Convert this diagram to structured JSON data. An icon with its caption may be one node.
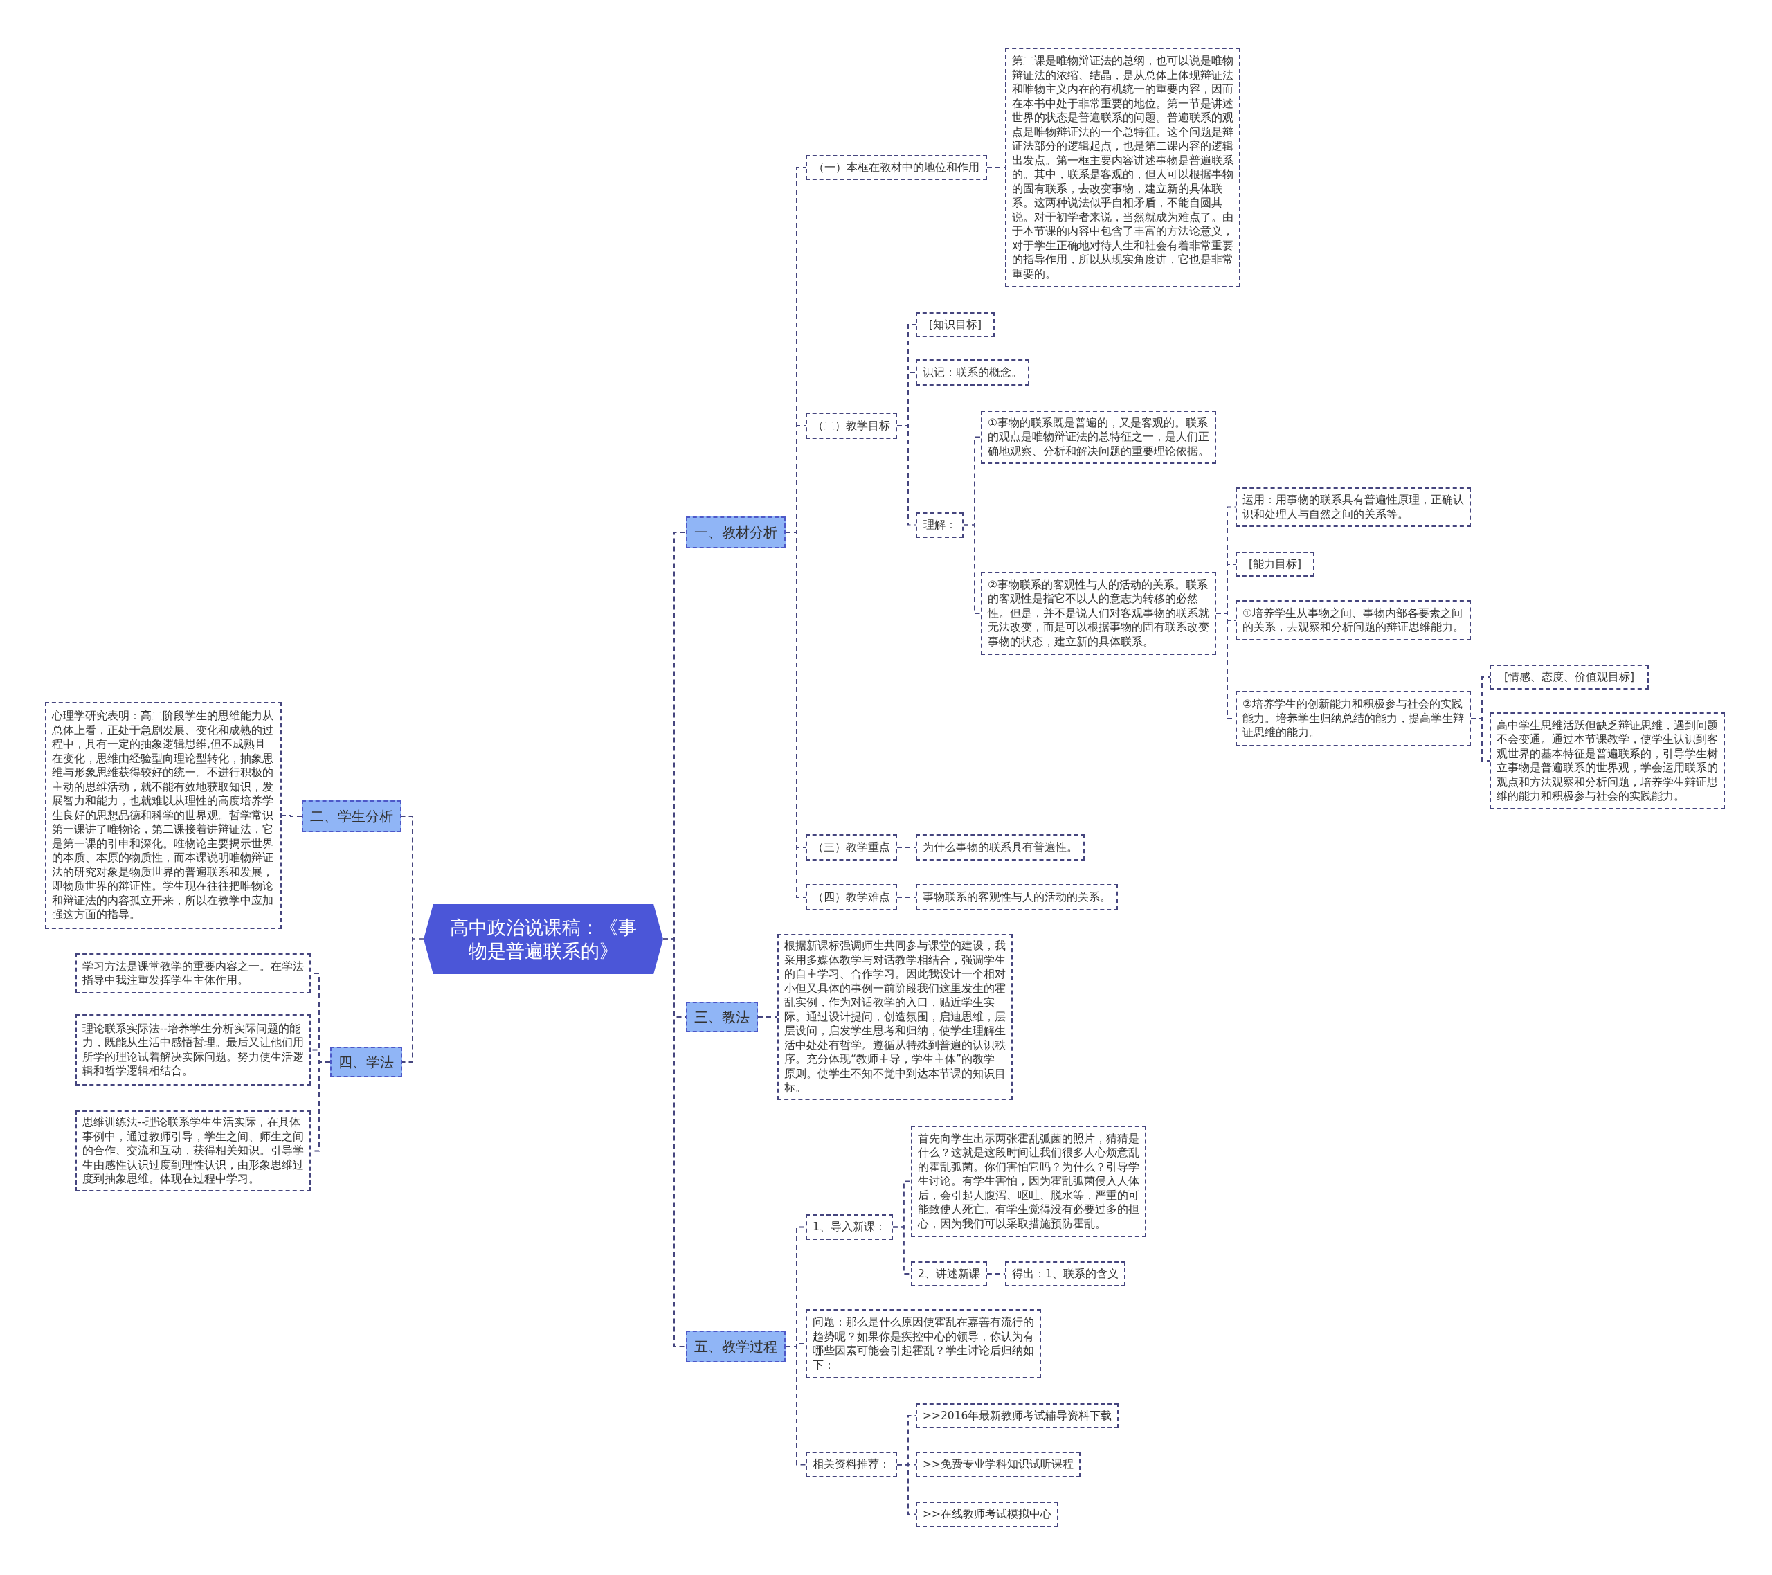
{
  "diagram": {
    "nodes": [
      {
        "text": [
          "高中政治说课稿：《事物是普遍联系的》"
        ]
      },
      {
        "text": [
          "一、教材分析"
        ]
      },
      {
        "text": [
          "（一）本框在教材中的地位和作用"
        ]
      },
      {
        "text": [
          "第二课是唯物辩证法的总纲，也可以说是唯物辩证法的浓缩、结晶，是从总体上体现辩证法和唯物主义内在的有机统一的重要内容，因而在本书中处于非常重要的地位。第一节是讲述世界的状态是普遍联系的问题。普遍联系的观点是唯物辩证法的一个总特征。这个问题是辩证法部分的逻辑起点，也是第二课内容的逻辑出发点。第一框主要内容讲述事物是普遍联系的。其中，联系是客观的，但人可以根据事物的固有联系，去改变事物，建立新的具体联系。这两种说法似乎自相矛盾，不能自圆其说。对于初学者来说，当然就成为难点了。由于本节课的内容中包含了丰富的方法论意义，对于学生正确地对待人生和社会有着非常重要的指导作用，所以从现实角度讲，它也是非常重要的。"
        ]
      },
      {
        "text": [
          "（二）教学目标"
        ]
      },
      {
        "text": [
          "[知识目标]"
        ]
      },
      {
        "text": [
          "识记：联系的概念。"
        ]
      },
      {
        "text": [
          "理解："
        ]
      },
      {
        "text": [
          "①事物的联系既是普遍的，又是客观的。联系的观点是唯物辩证法的总特征之一，是人们正确地观察、分析和解决问题的重要理论依据。"
        ]
      },
      {
        "text": [
          "②事物联系的客观性与人的活动的关系。联系的客观性是指它不以人的意志为转移的必然性。但是，并不是说人们对客观事物的联系就无法改变，而是可以根据事物的固有联系改变事物的状态，建立新的具体联系。"
        ]
      },
      {
        "text": [
          "运用：用事物的联系具有普遍性原理，正确认识和处理人与自然之间的关系等。"
        ]
      },
      {
        "text": [
          "[能力目标]"
        ]
      },
      {
        "text": [
          "①培养学生从事物之间、事物内部各要素之间的关系，去观察和分析问题的辩证思维能力。"
        ]
      },
      {
        "text": [
          "②培养学生的创新能力和积极参与社会的实践能力。培养学生归纳总结的能力，提高学生辩证思维的能力。"
        ]
      },
      {
        "text": [
          "[情感、态度、价值观目标]"
        ]
      },
      {
        "text": [
          "高中学生思维活跃但缺乏辩证思维，遇到问题不会变通。通过本节课教学，使学生认识到客观世界的基本特征是普遍联系的，引导学生树立事物是普遍联系的世界观，学会运用联系的观点和方法观察和分析问题，培养学生辩证思维的能力和积极参与社会的实践能力。"
        ]
      },
      {
        "text": [
          "（三）教学重点"
        ]
      },
      {
        "text": [
          "为什么事物的联系具有普遍性。"
        ]
      },
      {
        "text": [
          "（四）教学难点"
        ]
      },
      {
        "text": [
          "事物联系的客观性与人的活动的关系。"
        ]
      },
      {
        "text": [
          "二、学生分析"
        ]
      },
      {
        "text": [
          "心理学研究表明：高二阶段学生的思维能力从总体上看，正处于急剧发展、变化和成熟的过程中，具有一定的抽象逻辑思维,但不成熟且在变化，思维由经验型向理论型转化，抽象思维与形象思维获得较好的统一。不进行积极的主动的思维活动，就不能有效地获取知识，发展智力和能力，也就难以从理性的高度培养学生良好的思想品德和科学的世界观。哲学常识第一课讲了唯物论，第二课接着讲辩证法，它是第一课的引申和深化。唯物论主要揭示世界的本质、本原的物质性，而本课说明唯物辩证法的研究对象是物质世界的普遍联系和发展，即物质世界的辩证性。学生现在往往把唯物论和辩证法的内容孤立开来，所以在教学中应加强这方面的指导。"
        ]
      },
      {
        "text": [
          "三、教法"
        ]
      },
      {
        "text": [
          "根据新课标强调师生共同参与课堂的建设，我采用多媒体教学与对话教学相结合，强调学生的自主学习、合作学习。因此我设计一个相对小但又具体的事例一前阶段我们这里发生的霍乱实例，作为对话教学的入口，贴近学生实际。通过设计提问，创造氛围，启迪思维，层层设问，启发学生思考和归纳，使学生理解生活中处处有哲学。遵循从特殊到普遍的认识秩序。充分体现“教师主导，学生主体”的教学原则。使学生不知不觉中到达本节课的知识目标。"
        ]
      },
      {
        "text": [
          "四、学法"
        ]
      },
      {
        "text": [
          "学习方法是课堂教学的重要内容之一。在学法指导中我注重发挥学生主体作用。"
        ]
      },
      {
        "text": [
          "理论联系实际法--培养学生分析实际问题的能力，既能从生活中感悟哲理。最后又让他们用所学的理论试着解决实际问题。努力使生活逻辑和哲学逻辑相结合。"
        ]
      },
      {
        "text": [
          "思维训练法--理论联系学生生活实际，在具体事例中，通过教师引导，学生之间、师生之间的合作、交流和互动，获得相关知识。引导学生由感性认识过度到理性认识，由形象思维过度到抽象思维。体现在过程中学习。"
        ]
      },
      {
        "text": [
          "五、教学过程"
        ]
      },
      {
        "text": [
          "1、导入新课："
        ]
      },
      {
        "text": [
          "首先向学生出示两张霍乱弧菌的照片，猜猜是什么？这就是这段时间让我们很多人心烦意乱的霍乱弧菌。你们害怕它吗？为什么？引导学生讨论。有学生害怕，因为霍乱弧菌侵入人体后，会引起人腹泻、呕吐、脱水等，严重的可能致使人死亡。有学生觉得没有必要过多的担心，因为我们可以采取措施预防霍乱。"
        ]
      },
      {
        "text": [
          "2、讲述新课"
        ]
      },
      {
        "text": [
          "得出：1、联系的含义"
        ]
      },
      {
        "text": [
          "问题：那么是什么原因使霍乱在嘉善有流行的趋势呢？如果你是疾控中心的领导，你认为有哪些因素可能会引起霍乱？学生讨论后归纳如下："
        ]
      },
      {
        "text": [
          "相关资料推荐："
        ]
      },
      {
        "text": [
          ">>2016年最新教师考试辅导资料下载"
        ]
      },
      {
        "text": [
          ">>免费专业学科知识试听课程"
        ]
      },
      {
        "text": [
          ">>在线教师考试模拟中心"
        ]
      }
    ],
    "edges": [
      {
        "from": 0,
        "to": 1,
        "arrow": "none"
      },
      {
        "from": 1,
        "to": 2,
        "arrow": "none"
      },
      {
        "from": 2,
        "to": 3,
        "arrow": "none"
      },
      {
        "from": 1,
        "to": 4,
        "arrow": "none"
      },
      {
        "from": 4,
        "to": 5,
        "arrow": "none"
      },
      {
        "from": 4,
        "to": 6,
        "arrow": "none"
      },
      {
        "from": 4,
        "to": 7,
        "arrow": "none"
      },
      {
        "from": 7,
        "to": 8,
        "arrow": "none"
      },
      {
        "from": 7,
        "to": 9,
        "arrow": "none"
      },
      {
        "from": 9,
        "to": 10,
        "arrow": "none"
      },
      {
        "from": 9,
        "to": 11,
        "arrow": "none"
      },
      {
        "from": 9,
        "to": 12,
        "arrow": "none"
      },
      {
        "from": 9,
        "to": 13,
        "arrow": "none"
      },
      {
        "from": 13,
        "to": 14,
        "arrow": "none"
      },
      {
        "from": 13,
        "to": 15,
        "arrow": "none"
      },
      {
        "from": 1,
        "to": 16,
        "arrow": "none"
      },
      {
        "from": 16,
        "to": 17,
        "arrow": "none"
      },
      {
        "from": 1,
        "to": 18,
        "arrow": "none"
      },
      {
        "from": 18,
        "to": 19,
        "arrow": "none"
      },
      {
        "from": 0,
        "to": 20,
        "arrow": "none"
      },
      {
        "from": 20,
        "to": 21,
        "arrow": "none"
      },
      {
        "from": 0,
        "to": 22,
        "arrow": "none"
      },
      {
        "from": 22,
        "to": 23,
        "arrow": "none"
      },
      {
        "from": 0,
        "to": 24,
        "arrow": "none"
      },
      {
        "from": 24,
        "to": 25,
        "arrow": "none"
      },
      {
        "from": 24,
        "to": 26,
        "arrow": "none"
      },
      {
        "from": 24,
        "to": 27,
        "arrow": "none"
      },
      {
        "from": 0,
        "to": 28,
        "arrow": "none"
      },
      {
        "from": 28,
        "to": 29,
        "arrow": "none"
      },
      {
        "from": 29,
        "to": 30,
        "arrow": "none"
      },
      {
        "from": 29,
        "to": 31,
        "arrow": "none"
      },
      {
        "from": 31,
        "to": 32,
        "arrow": "none"
      },
      {
        "from": 28,
        "to": 33,
        "arrow": "none"
      },
      {
        "from": 28,
        "to": 34,
        "arrow": "none"
      },
      {
        "from": 34,
        "to": 35,
        "arrow": "none"
      },
      {
        "from": 34,
        "to": 36,
        "arrow": "none"
      },
      {
        "from": 34,
        "to": 37,
        "arrow": "none"
      }
    ]
  }
}
